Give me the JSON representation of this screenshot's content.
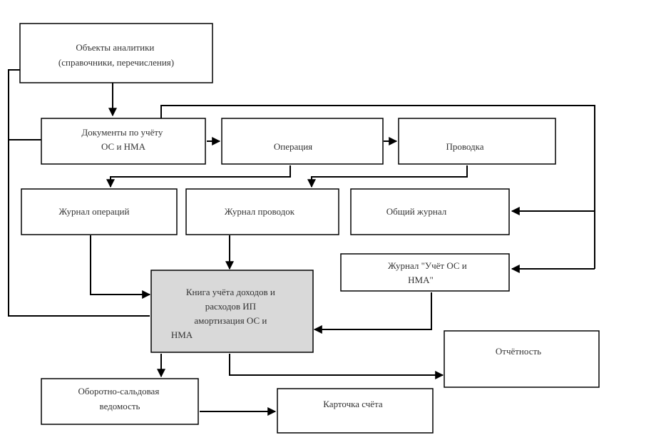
{
  "colors": {
    "background": "#ffffff",
    "box_fill": "#ffffff",
    "highlight_fill": "#d9d9d9",
    "line": "#000000",
    "text": "#333333"
  },
  "nodes": {
    "directories": {
      "lines": [
        "Объекты аналитики",
        "(справочники, перечисления)"
      ]
    },
    "documents": {
      "lines": [
        "Документы по учёту",
        "ОС и НМА"
      ]
    },
    "operations": {
      "lines": [
        "Операция"
      ]
    },
    "postings": {
      "lines": [
        "Проводка"
      ]
    },
    "ops_journal": {
      "lines": [
        "Журнал операций"
      ]
    },
    "postings_journal": {
      "lines": [
        "Журнал проводок"
      ]
    },
    "general_journal": {
      "lines": [
        "Общий журнал"
      ]
    },
    "fa_journal": {
      "lines": [
        "Журнал \"Учёт ОС и",
        "НМА\""
      ]
    },
    "ledger": {
      "lines": [
        "Книга учёта доходов и",
        "расходов ИП",
        "амортизация ОС и",
        "НМА"
      ]
    },
    "reports": {
      "lines": [
        "Отчётность"
      ]
    },
    "turnover": {
      "lines": [
        "Оборотно-сальдовая",
        "ведомость"
      ]
    },
    "account_card": {
      "lines": [
        "Карточка счёта"
      ]
    }
  }
}
